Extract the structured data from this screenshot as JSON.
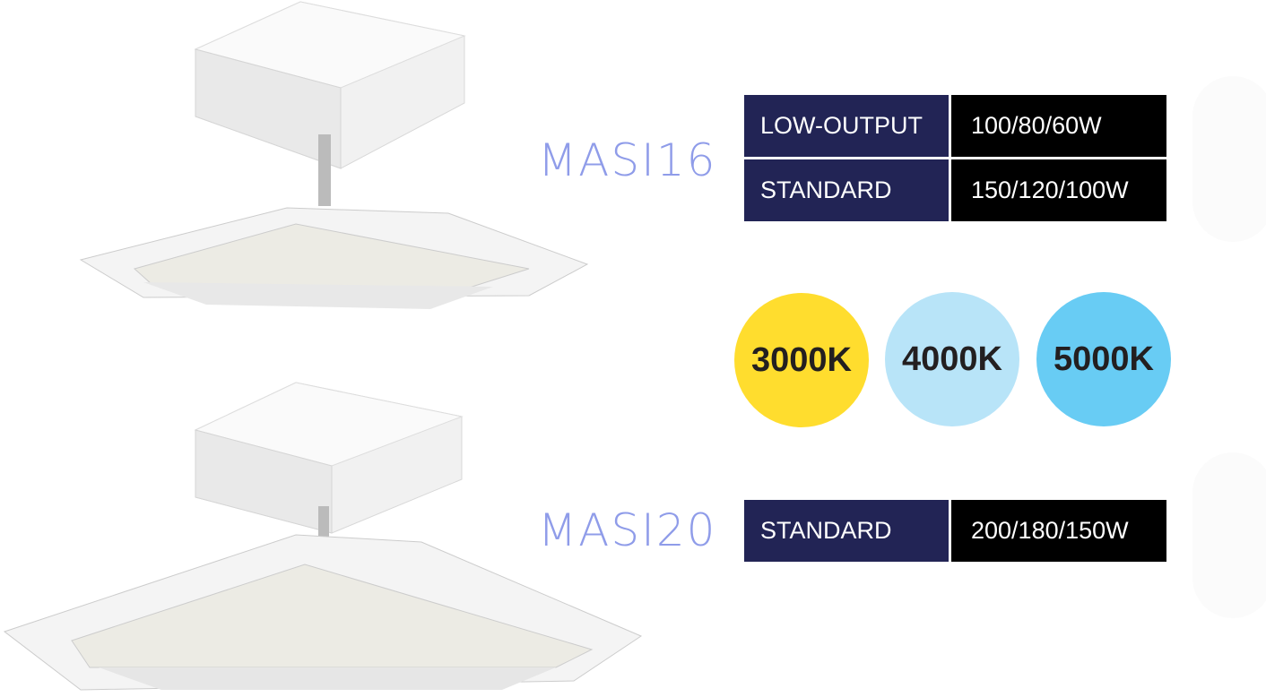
{
  "products": [
    {
      "model": "MASI16",
      "specs": [
        {
          "label": "LOW-OUTPUT",
          "value": "100/80/60W"
        },
        {
          "label": "STANDARD",
          "value": "150/120/100W"
        }
      ]
    },
    {
      "model": "MASI20",
      "specs": [
        {
          "label": "STANDARD",
          "value": "200/180/150W"
        }
      ]
    }
  ],
  "color_temps": [
    {
      "label": "3000K",
      "color": "#ffdd2e"
    },
    {
      "label": "4000K",
      "color": "#b8e4f8"
    },
    {
      "label": "5000K",
      "color": "#68ccf4"
    }
  ],
  "colors": {
    "model_text": "#8f9ce9",
    "label_bg": "#222455",
    "value_bg": "#000000"
  }
}
